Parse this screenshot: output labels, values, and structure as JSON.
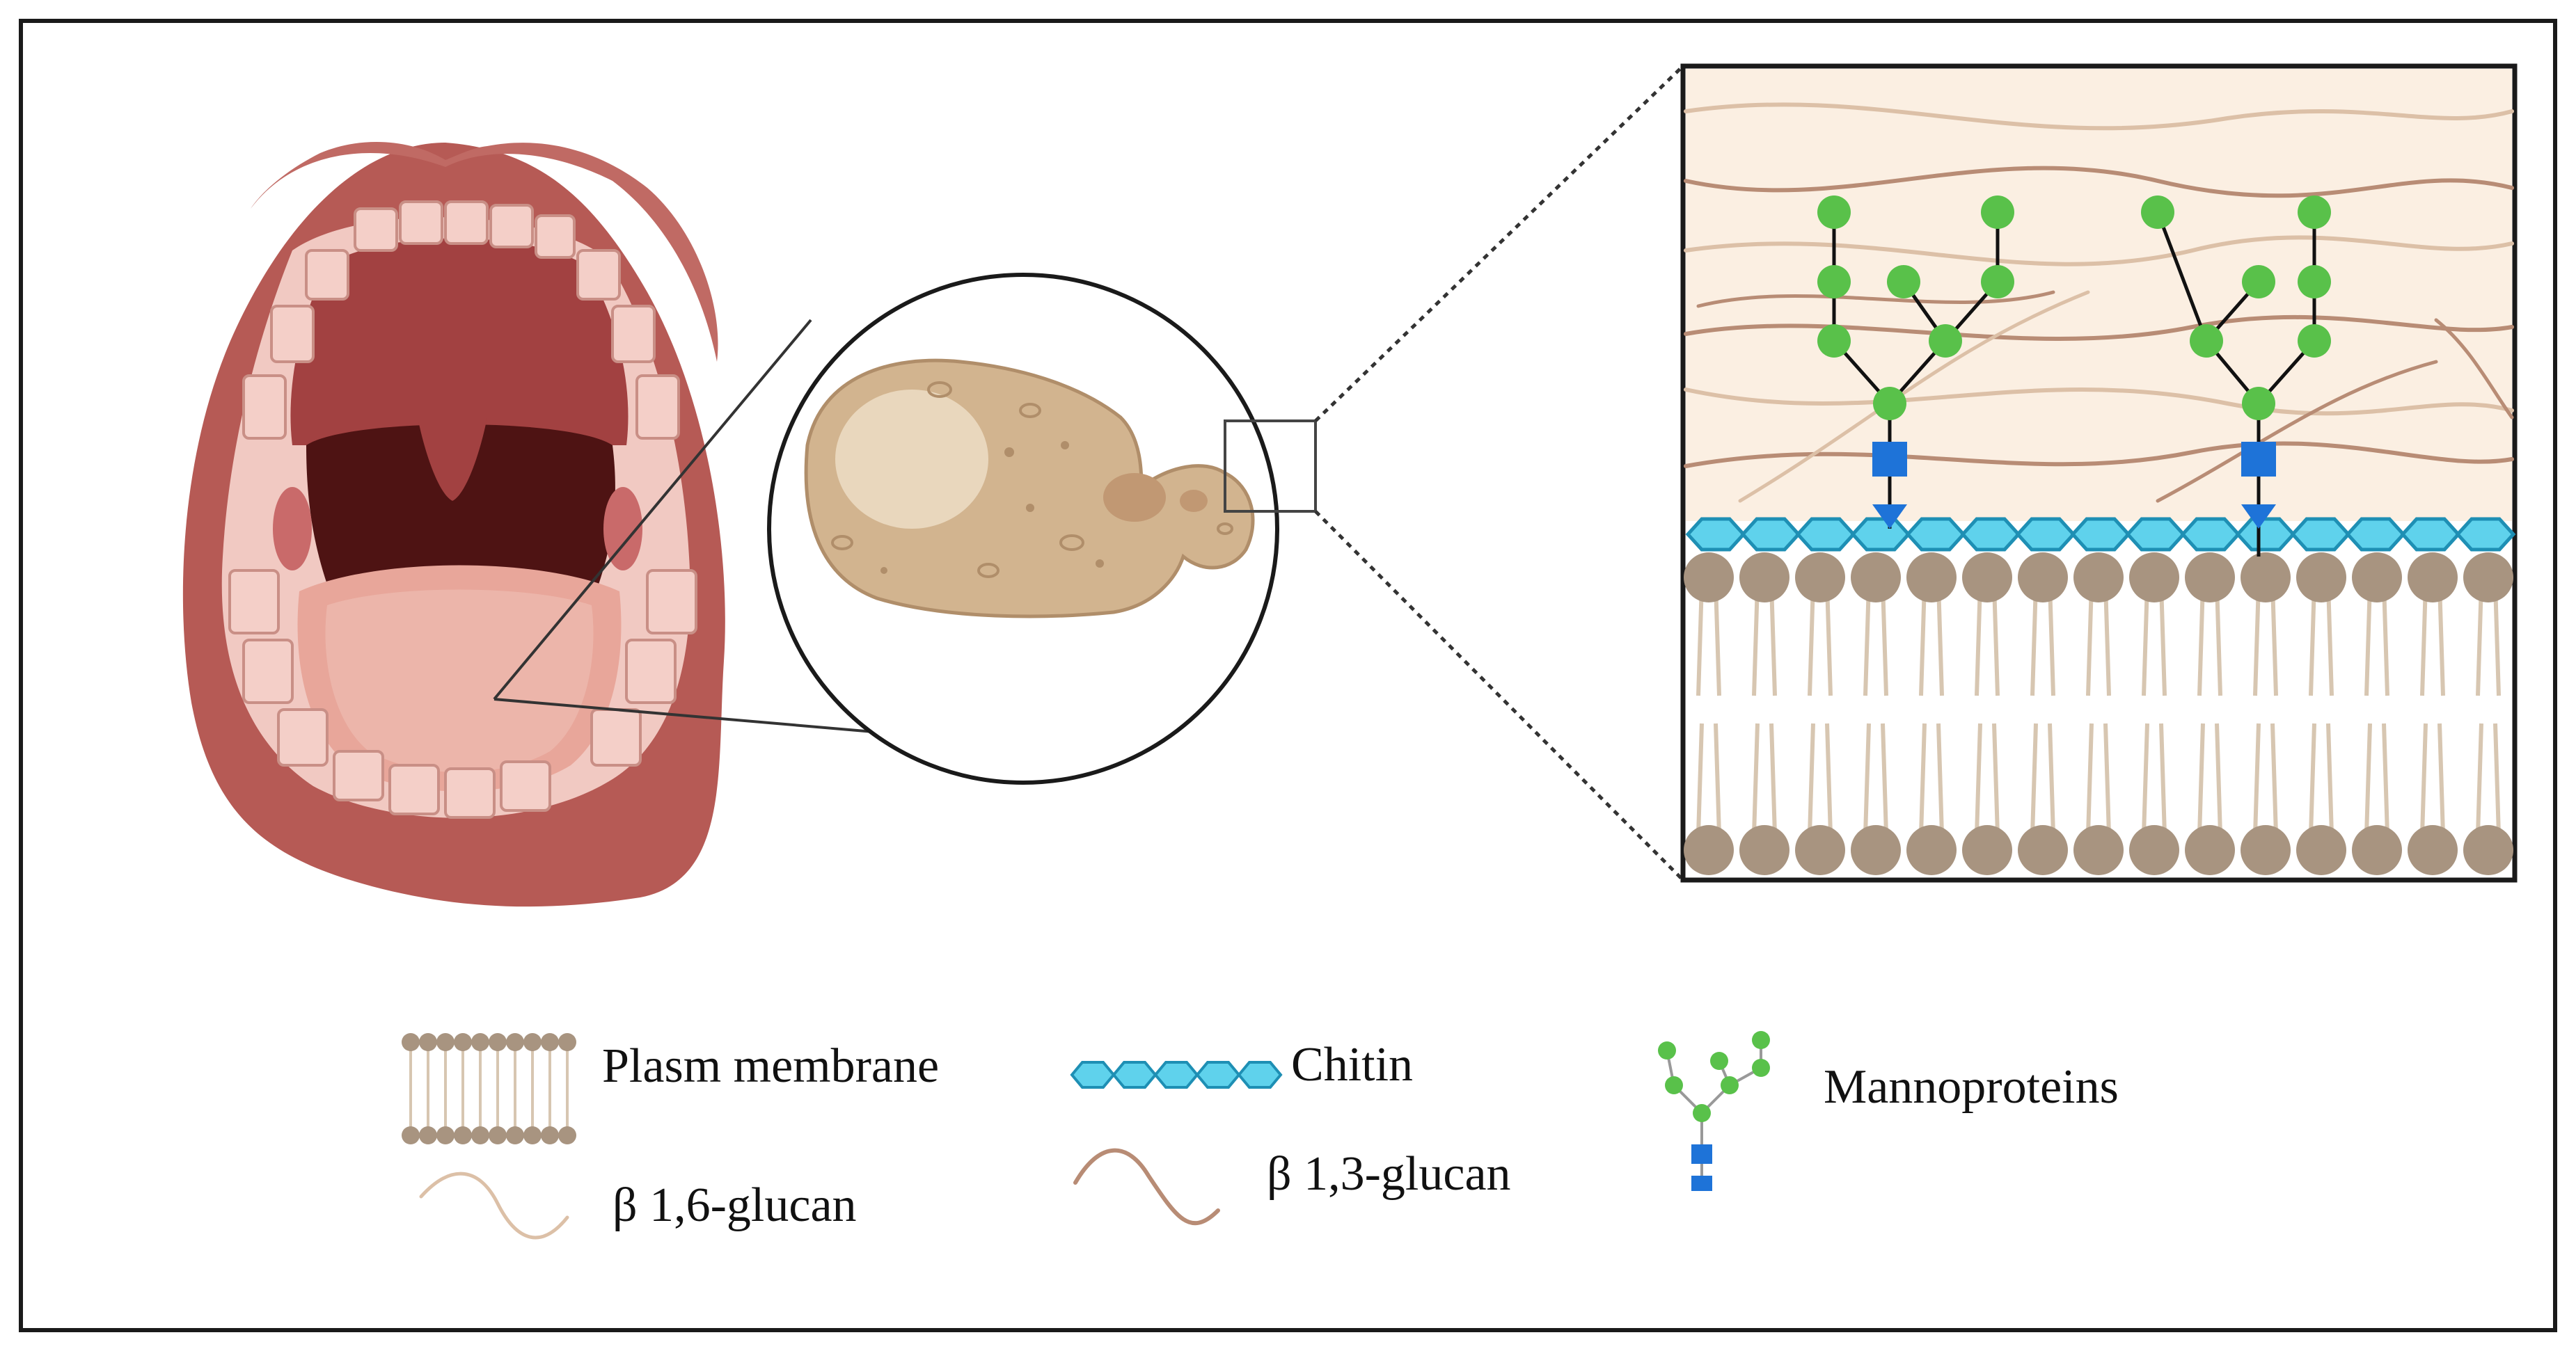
{
  "legend": {
    "plasma_membrane": "Plasm membrane",
    "chitin": "Chitin",
    "mannoproteins": "Mannoproteins",
    "beta_16_glucan": "β 1,6-glucan",
    "beta_13_glucan": "β 1,3-glucan"
  },
  "colors": {
    "frame": "#1a1a1a",
    "lip": "#b65a55",
    "lip_dark": "#8e3d3a",
    "mouth_cavity": "#5a1616",
    "palate": "#a24141",
    "tongue": "#e8a69a",
    "tooth": "#f4cfc8",
    "yeast": "#d2b48f",
    "yeast_spot": "#e9d7bd",
    "cell_wall_bg": "#fbefe2",
    "glucan_16": "#dcc0a7",
    "glucan_13": "#b88c75",
    "chitin": "#5fd2ec",
    "chitin_stroke": "#1e8fb4",
    "mannose": "#59c14a",
    "glcnac": "#1e73d8",
    "lipid_head": "#a89480",
    "lipid_tail": "#d7c6b1"
  },
  "icons": [
    "mouth-illustration",
    "yeast-cell-illustration",
    "cell-wall-cross-section",
    "plasma-membrane-icon",
    "chitin-icon",
    "mannoprotein-icon",
    "glucan-wave-icon"
  ]
}
